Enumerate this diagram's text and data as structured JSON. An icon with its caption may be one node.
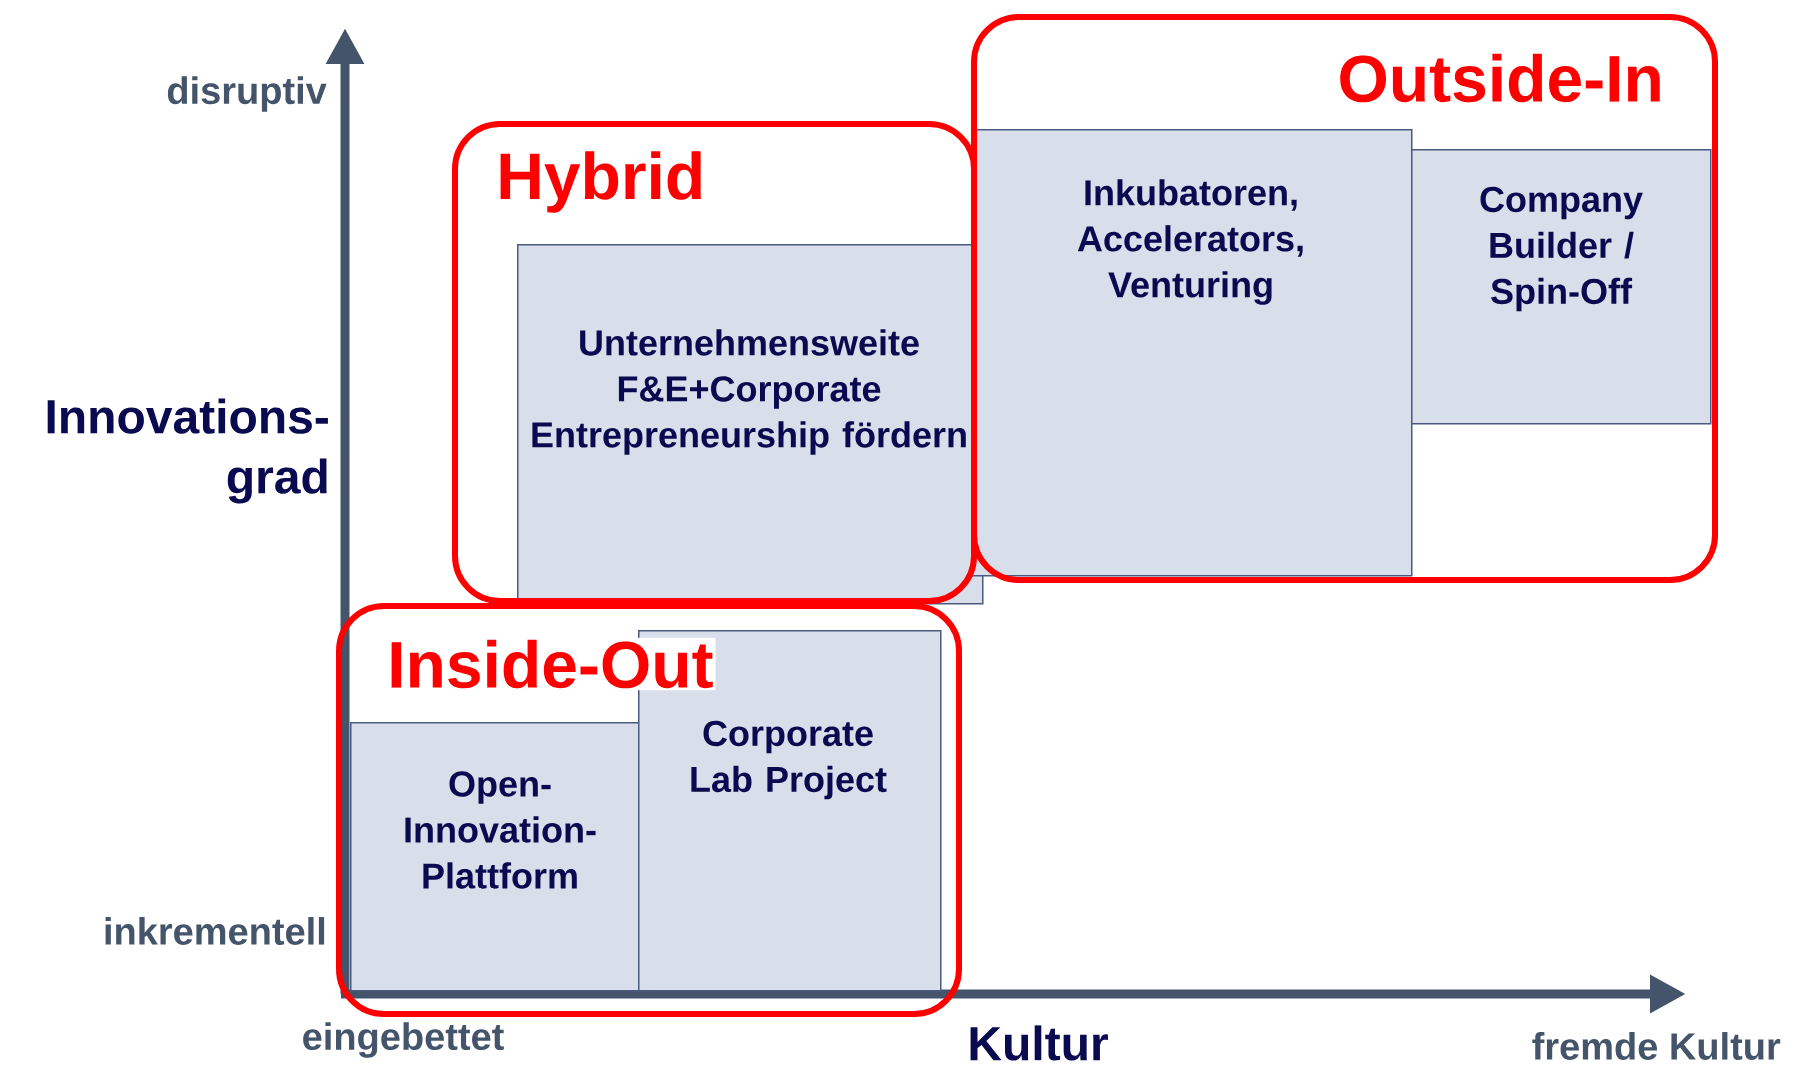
{
  "diagram": {
    "nodes": [
      {
        "text": [
          "Hybrid"
        ]
      },
      {
        "text": [
          "Unternehmensweite F&E+Corporate Entrepreneurship fördern"
        ],
        "in": 0
      },
      {
        "text": [
          "Outside-In"
        ]
      },
      {
        "text": [
          "Inkubatoren, Accelerators, Venturing"
        ],
        "in": 2
      },
      {
        "text": [
          "Company Builder / Spin-Off"
        ],
        "in": 2
      },
      {
        "text": [
          "Inside-Out"
        ]
      },
      {
        "text": [
          "Open-Innovation-Plattform"
        ],
        "in": 5
      },
      {
        "text": [
          "Corporate Lab Project"
        ],
        "in": 5
      }
    ],
    "labels": [
      "disruptiv",
      "Innovations-grad",
      "inkrementell",
      "eingebettet",
      "Kultur",
      "fremde Kultur"
    ]
  }
}
